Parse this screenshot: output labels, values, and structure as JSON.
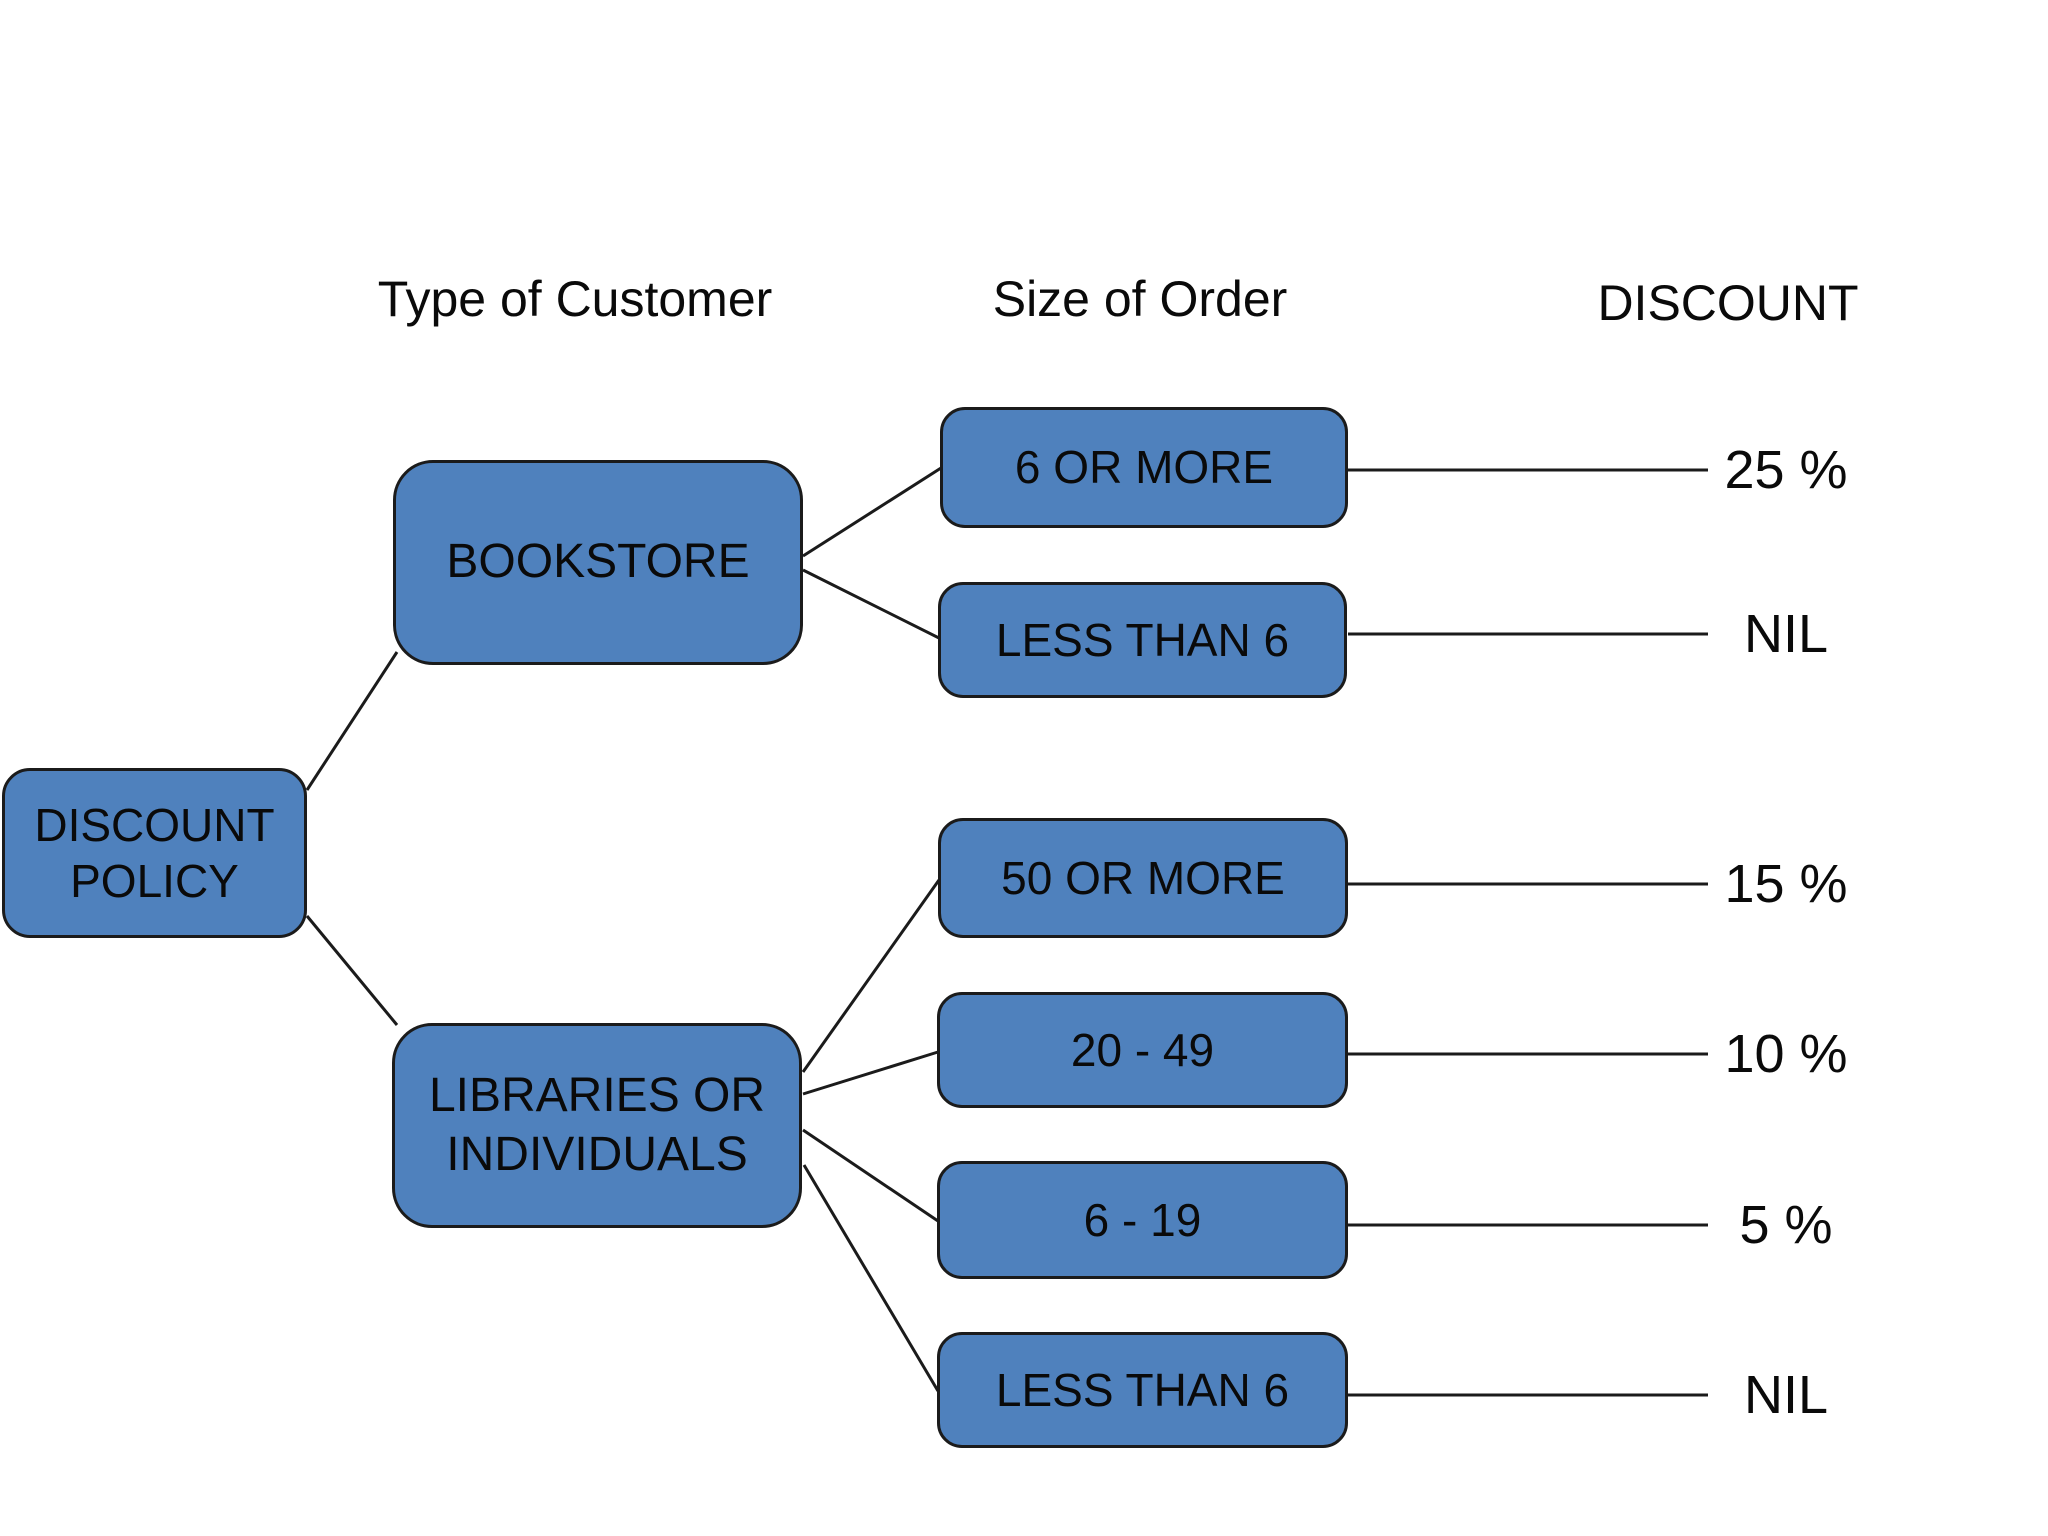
{
  "colors": {
    "node_fill": "#4f81bd",
    "node_border": "#1b1b1b",
    "line_color": "#1b1b1b",
    "text_color": "#0a0a0a",
    "bg": "#ffffff"
  },
  "headers": {
    "customer": "Type of Customer",
    "order": "Size of Order",
    "discount": "DISCOUNT"
  },
  "tree": {
    "root": {
      "label": "DISCOUNT\nPOLICY"
    },
    "branches": [
      {
        "customer": "BOOKSTORE",
        "orders": [
          {
            "size": "6 OR MORE",
            "discount": "25 %"
          },
          {
            "size": "LESS THAN 6",
            "discount": "NIL"
          }
        ]
      },
      {
        "customer": "LIBRARIES OR\nINDIVIDUALS",
        "orders": [
          {
            "size": "50 OR MORE",
            "discount": "15 %"
          },
          {
            "size": "20 - 49",
            "discount": "10 %"
          },
          {
            "size": "6 - 19",
            "discount": "5 %"
          },
          {
            "size": "LESS THAN 6",
            "discount": "NIL"
          }
        ]
      }
    ]
  }
}
